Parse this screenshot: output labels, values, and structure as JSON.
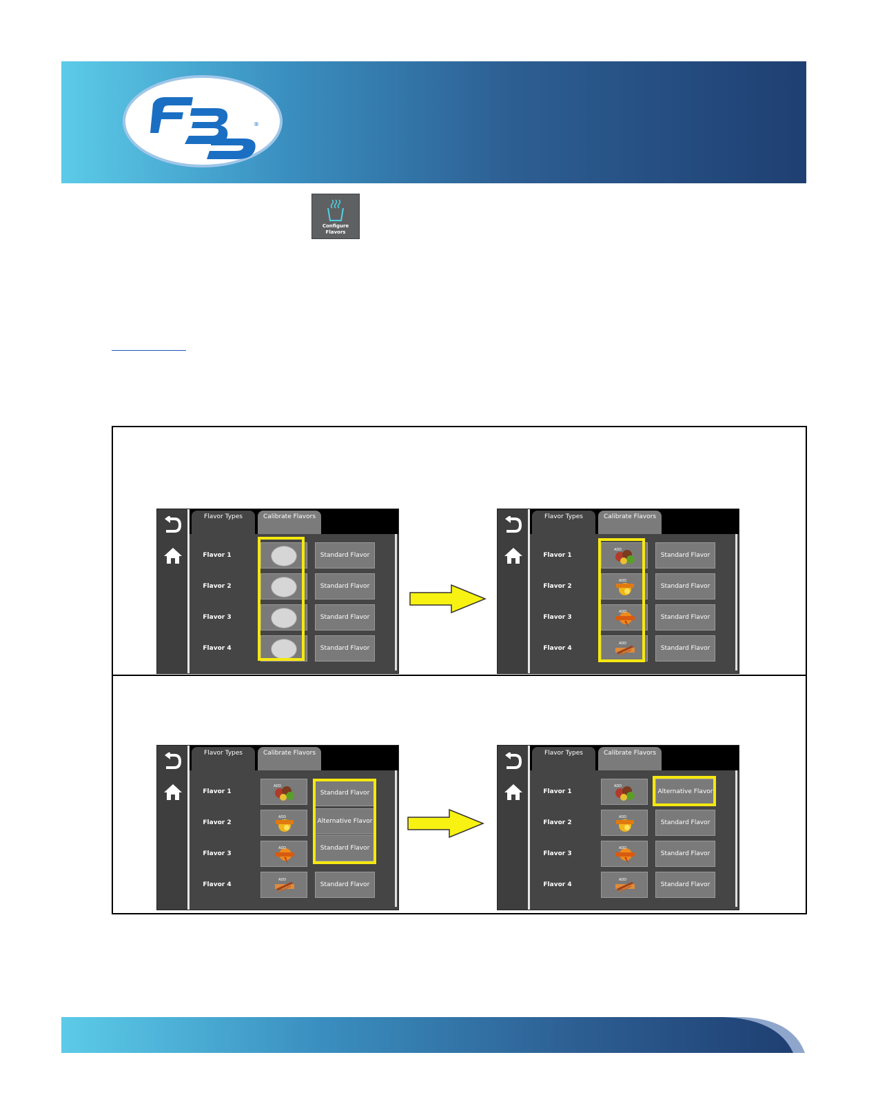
{
  "colors": {
    "banner_start": "#5ccbe8",
    "banner_end": "#1f3f72",
    "logo_blue": "#1a6fc3",
    "highlight": "#f5e810",
    "arrow_fill": "#f7f211",
    "panel_bg": "#454545",
    "button_bg": "#7a7a7a"
  },
  "header": {
    "logo_text": "FBD",
    "logo_registered": "®"
  },
  "configure_icon": {
    "icon": "cup-icon",
    "line1": "Configure",
    "line2": "Flavors"
  },
  "screens": {
    "tabs": {
      "flavor_types": "Flavor Types",
      "calibrate_flavors": "Calibrate Flavors"
    },
    "flavor_labels": [
      "Flavor 1",
      "Flavor 2",
      "Flavor 3",
      "Flavor 4"
    ],
    "standard_flavor": "Standard Flavor",
    "alternative_flavor": "Alternative Flavor",
    "logo_add_text": "ADD",
    "icons": {
      "back": "back-arrow-icon",
      "home": "home-icon"
    }
  }
}
